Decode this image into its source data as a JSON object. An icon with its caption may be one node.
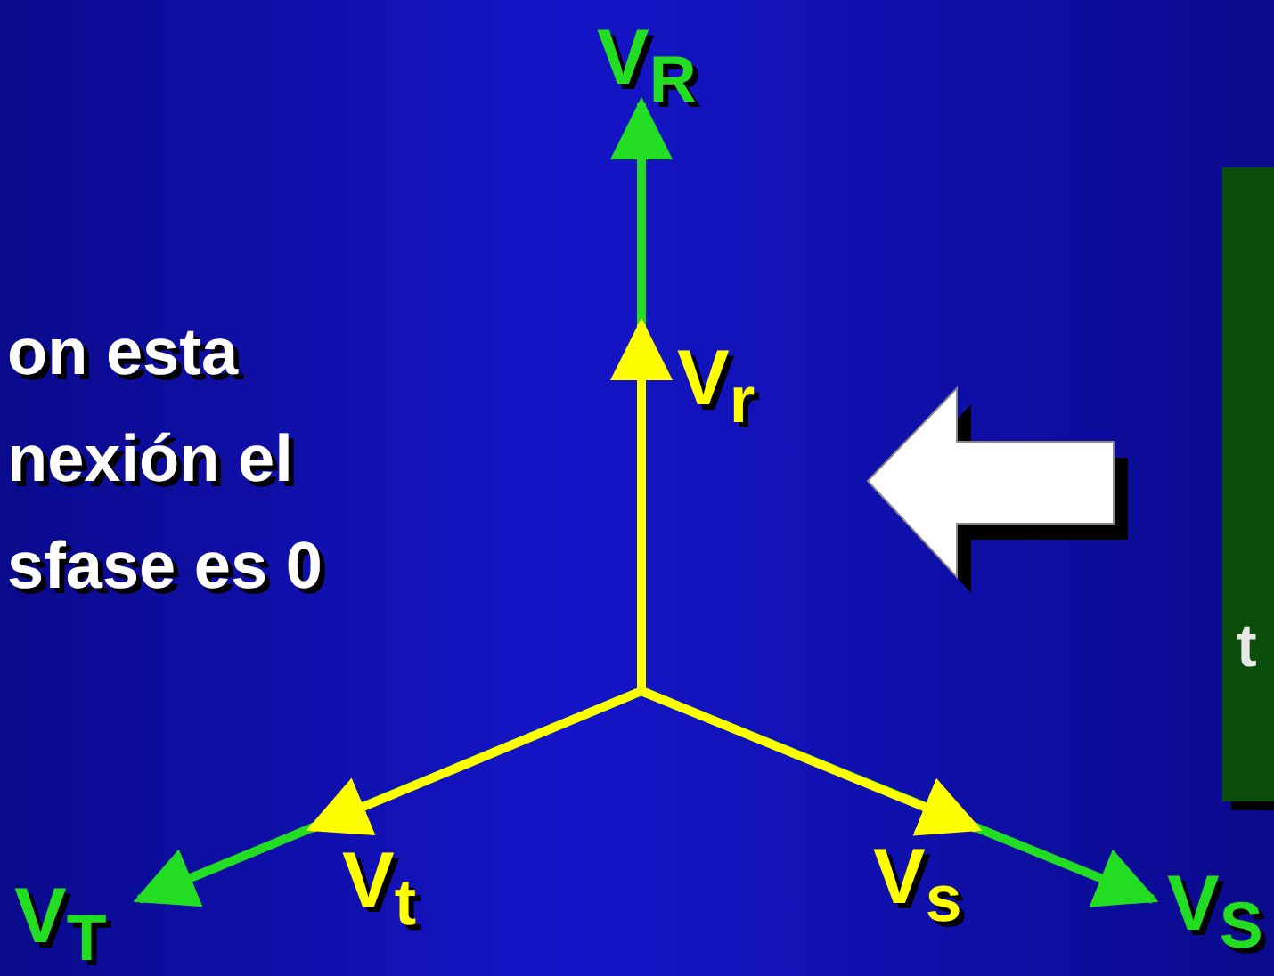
{
  "diagram": {
    "nodes": [
      {
        "text": [
          "t"
        ]
      }
    ],
    "edges": [],
    "labels": [
      "on esta nexión el sfase es 0",
      "V$_{R}$",
      "V$_{r}$",
      "V$_{t}$",
      "V$_{T}$",
      "V$_{s}$",
      "V$_{S}$"
    ]
  }
}
